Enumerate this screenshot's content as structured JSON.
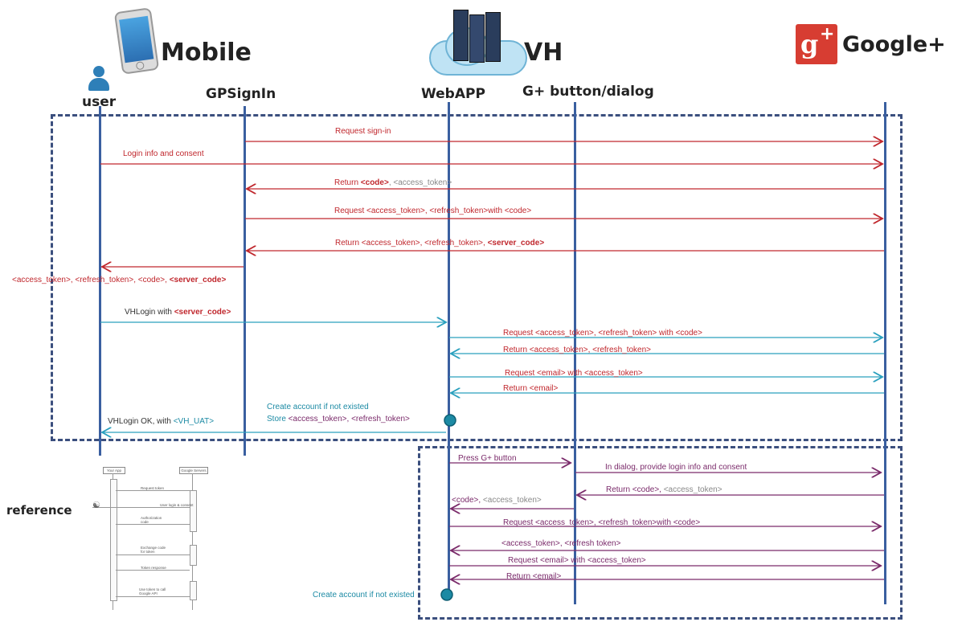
{
  "headers": {
    "mobile": "Mobile",
    "vh": "VH",
    "google": "Google+",
    "reference": "reference"
  },
  "lifelines": {
    "user": "user",
    "gpsignin": "GPSignIn",
    "webapp": "WebAPP",
    "gplus_button": "G+ button/dialog"
  },
  "top_flow": {
    "m1": "Request sign-in",
    "m2": "Login info and consent",
    "m3a": "Return ",
    "m3b": "<code>",
    "m3c": ", <access_token>",
    "m4": "Request <access_token>, <refresh_token>with <code>",
    "m5a": "Return <access_token>, <refresh_token>, ",
    "m5b": "<server_code>",
    "m6a": "<access_token>, <refresh_token>, <code>, ",
    "m6b": "<server_code>",
    "m7a": "VHLogin with ",
    "m7b": "<server_code>",
    "m8": "Request <access_token>, <refresh_token> with <code>",
    "m9": "Return <access_token>, <refresh_token>",
    "m10": "Request <email> with <access_token>",
    "m11": "Return <email>",
    "m12a": "Create account if not existed",
    "m12b": "Store",
    "m12c": " <access_token>, <refresh_token>",
    "m13a": "VHLogin OK, with ",
    "m13b": "<VH_UAT>"
  },
  "bottom_flow": {
    "b1": "Press G+ button",
    "b2": "In dialog, provide login info and consent",
    "b3a": "Return <code>, ",
    "b3b": "<access_token>",
    "b4a": "<code>, ",
    "b4b": "<access_token>",
    "b5": "Request <access_token>, <refresh_token>with <code>",
    "b6": "<access_token>, <refresh token>",
    "b7": "Request <email> with <access_token>",
    "b8": "Return <email>",
    "b9": "Create account if not existed"
  },
  "reference_diagram": {
    "col1": "Your App",
    "col2": "Google Servers",
    "r1": "Request token",
    "r2": "User login & consent",
    "r3": "Authorization code",
    "r4": "Exchange code for token",
    "r5": "Token response",
    "r6": "Use token to call Google API"
  },
  "colors": {
    "lifeline": "#3a5fa0",
    "box": "#3b4f7e",
    "red_arrow": "#c0272d",
    "blue_arrow": "#2aa0be",
    "purple_arrow": "#7a2a6a",
    "google_red": "#d73d32"
  }
}
